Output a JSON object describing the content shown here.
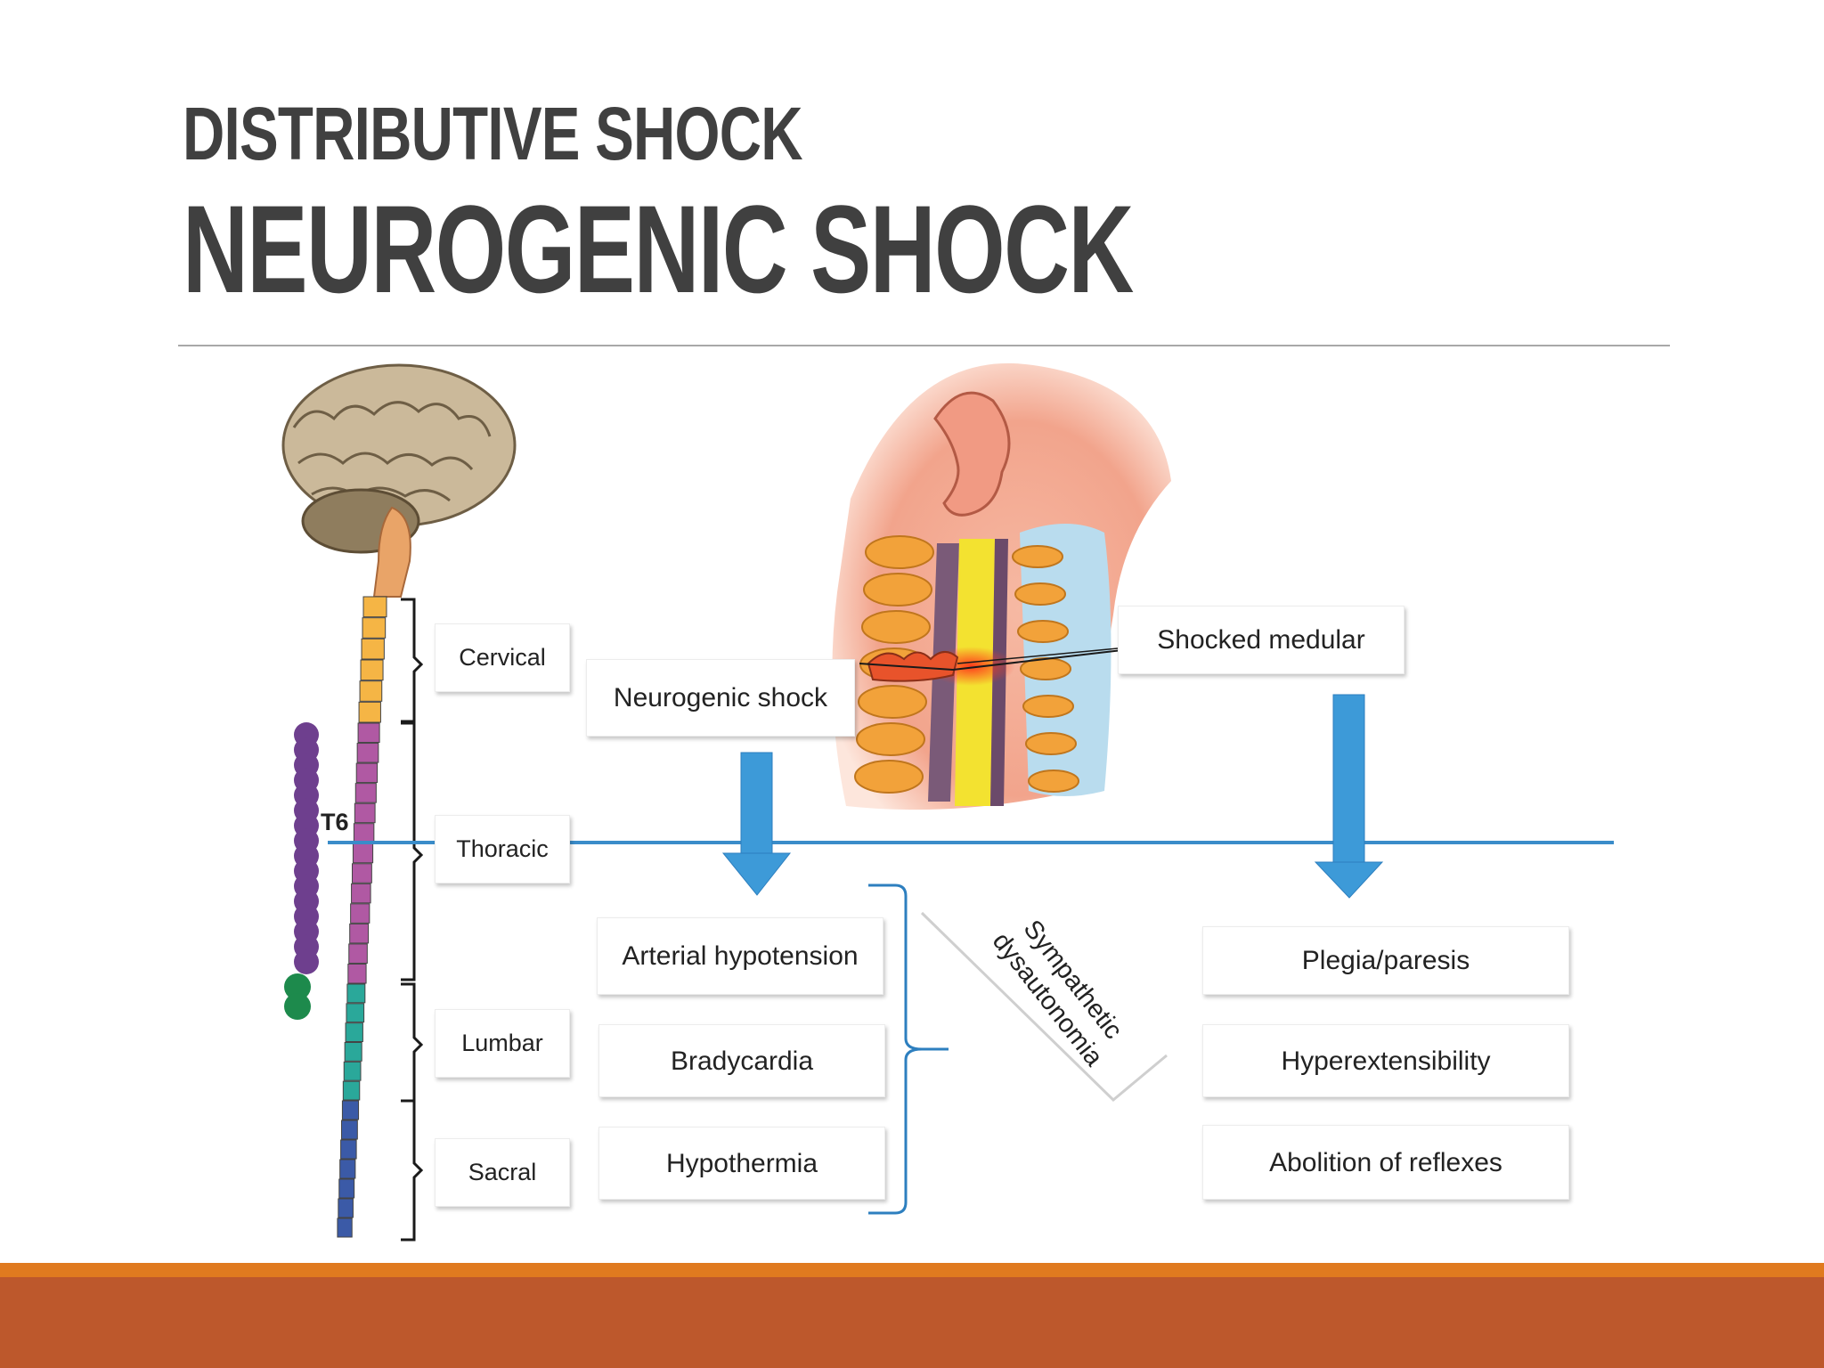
{
  "title": {
    "subtitle": "DISTRIBUTIVE SHOCK",
    "main": "NEUROGENIC SHOCK"
  },
  "diagram": {
    "spine_regions": [
      "Cervical",
      "Thoracic",
      "Lumbar",
      "Sacral"
    ],
    "level_marker": "T6",
    "neurogenic_label": "Neurogenic shock",
    "shocked_label": "Shocked medular",
    "left_effects": [
      "Arterial hypotension",
      "Bradycardia",
      "Hypothermia"
    ],
    "right_effects": [
      "Plegia/paresis",
      "Hyperextensibility",
      "Abolition of reflexes"
    ],
    "sympathetic_label": "Sympathetic dysautonomia"
  },
  "colors": {
    "title": "#404040",
    "arrow_blue": "#3d9ad8",
    "line_blue": "#3a8cc9",
    "footer_orange": "#e07a1f",
    "footer_rust": "#bd582c"
  }
}
